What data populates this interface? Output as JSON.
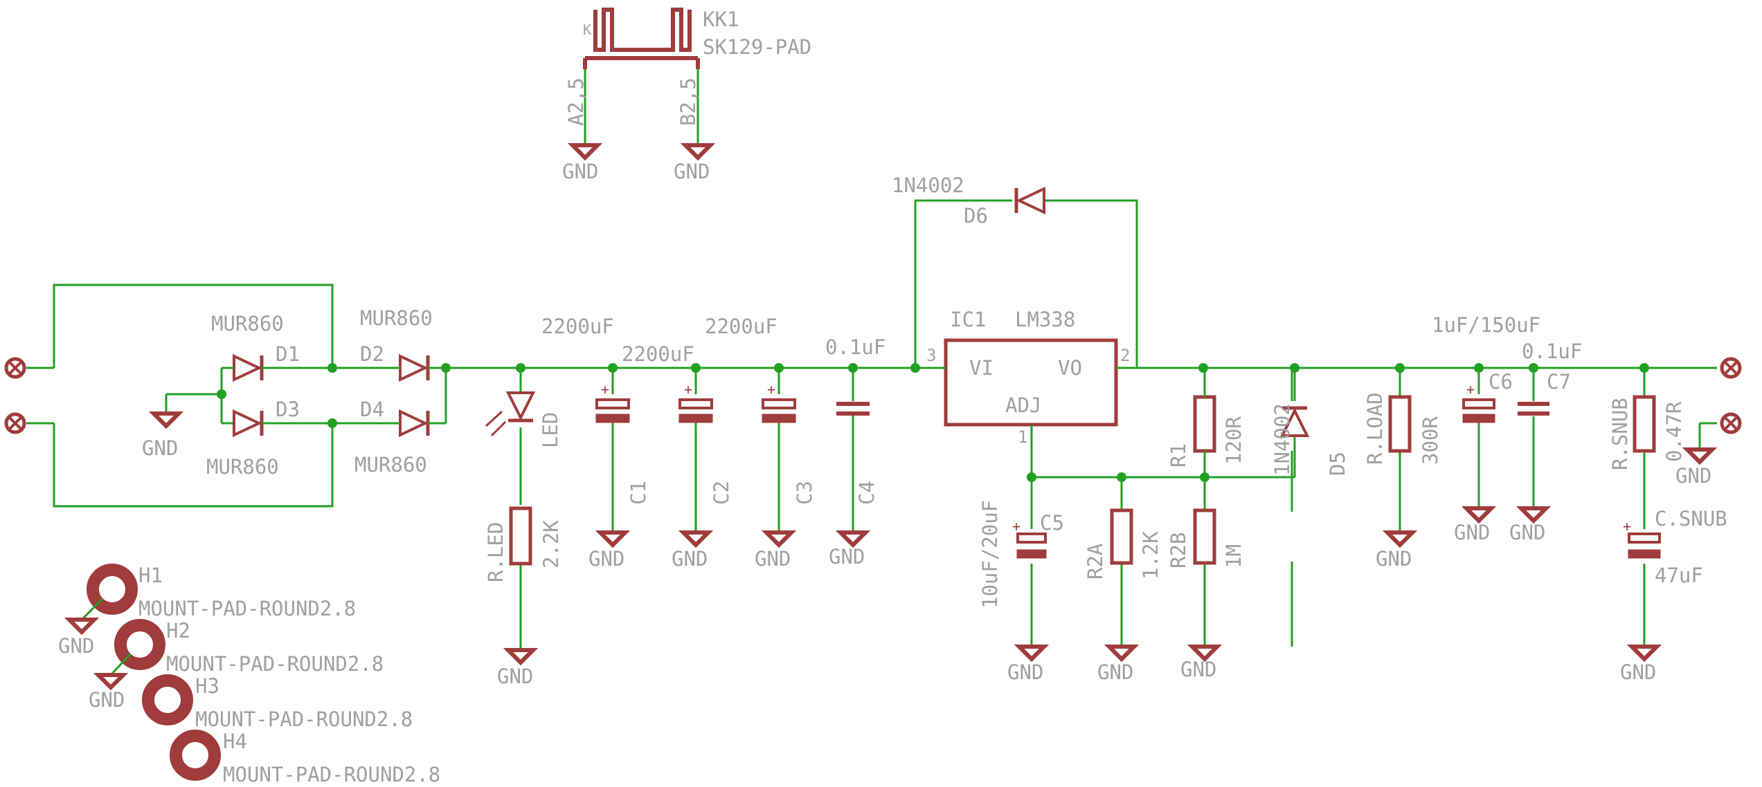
{
  "labels": {
    "kk1_name": "KK1",
    "kk1_value": "SK129-PAD",
    "kk1_pin_a": "A2,5",
    "kk1_pin_b": "B2,5",
    "gnd": "GND",
    "d6_value": "1N4002",
    "d6_name": "D6",
    "d1_value": "MUR860",
    "d1_name": "D1",
    "d2_value": "MUR860",
    "d2_name": "D2",
    "d3_name": "D3",
    "d3_value": "MUR860",
    "d4_name": "D4",
    "d4_value": "MUR860",
    "c1_value": "2200uF",
    "c2_value": "2200uF",
    "c3_value": "2200uF",
    "c4_value": "0.1uF",
    "c1_name": "C1",
    "c2_name": "C2",
    "c3_name": "C3",
    "c4_name": "C4",
    "led_name": "LED",
    "rled_name": "R.LED",
    "rled_value": "2.2K",
    "ic1_name": "IC1",
    "ic1_value": "LM338",
    "ic1_pin3": "3",
    "ic1_pin2": "2",
    "ic1_pin1": "1",
    "ic1_vi": "VI",
    "ic1_vo": "VO",
    "ic1_adj": "ADJ",
    "c5_value": "10uF/20uF",
    "c5_name": "C5",
    "r2a_name": "R2A",
    "r2a_value": "1.2K",
    "r2b_name": "R2B",
    "r2b_value": "1M",
    "r1_name": "R1",
    "r1_value": "120R",
    "d5_value": "1N4002",
    "d5_name": "D5",
    "rload_name": "R.LOAD",
    "rload_value": "300R",
    "c6_value": "1uF/150uF",
    "c6_name": "C6",
    "c7_value": "0.1uF",
    "c7_name": "C7",
    "rsnub_name": "R.SNUB",
    "rsnub_value": "0.47R",
    "csnub_name": "C.SNUB",
    "csnub_value": "47uF",
    "h1_name": "H1",
    "h2_name": "H2",
    "h3_name": "H3",
    "h4_name": "H4",
    "mount_value": "MOUNT-PAD-ROUND2.8",
    "plus": "+"
  },
  "colors": {
    "wire": "#22a022",
    "symbol": "#a03c3c",
    "text": "#a0a0a0",
    "background": "#ffffff"
  }
}
